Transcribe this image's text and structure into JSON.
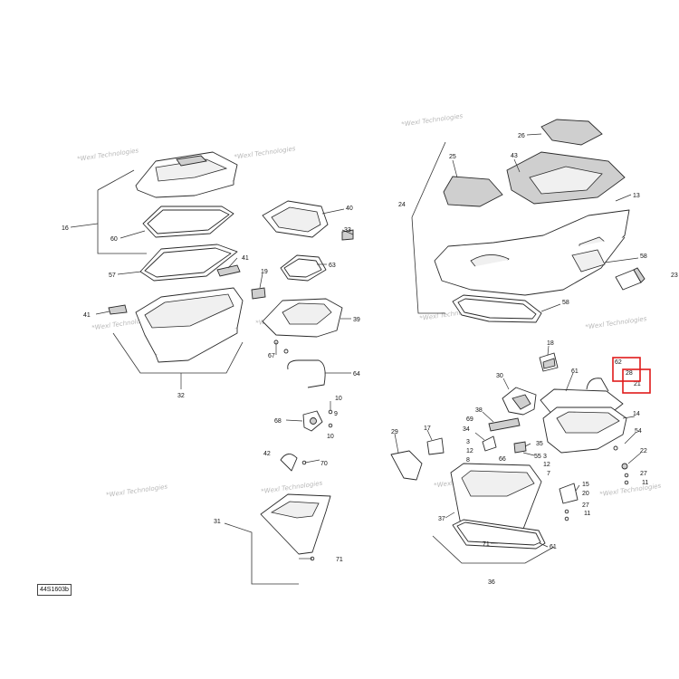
{
  "reference_code": "44S1603b",
  "watermark": "*Wexl Technologies",
  "highlight_color": "#e01b1b",
  "callouts": {
    "c1": "16",
    "c2": "60",
    "c3": "57",
    "c4": "41",
    "c5": "41",
    "c6": "32",
    "c7": "40",
    "c8": "33",
    "c9": "63",
    "c10": "19",
    "c11": "39",
    "c12": "67",
    "c13": "64",
    "c14": "10",
    "c15": "68",
    "c16": "9",
    "c17": "10",
    "c18": "42",
    "c19": "70",
    "c20": "31",
    "c21": "71",
    "c22": "26",
    "c23": "25",
    "c24": "43",
    "c25": "24",
    "c26": "13",
    "c27": "58",
    "c28": "23",
    "c29": "58",
    "c30": "18",
    "c31": "61",
    "c32": "30",
    "c33": "62",
    "c34": "28",
    "c35": "21",
    "c36": "14",
    "c37": "38",
    "c38": "69",
    "c39": "34",
    "c40": "17",
    "c41": "29",
    "c42": "3",
    "c43": "12",
    "c44": "8",
    "c45": "35",
    "c46": "55",
    "c47": "54",
    "c48": "22",
    "c49": "66",
    "c50": "3",
    "c51": "12",
    "c52": "7",
    "c53": "27",
    "c54": "11",
    "c55": "15",
    "c56": "20",
    "c57": "27",
    "c58": "11",
    "c59": "37",
    "c60": "71",
    "c61": "61",
    "c62": "36"
  }
}
